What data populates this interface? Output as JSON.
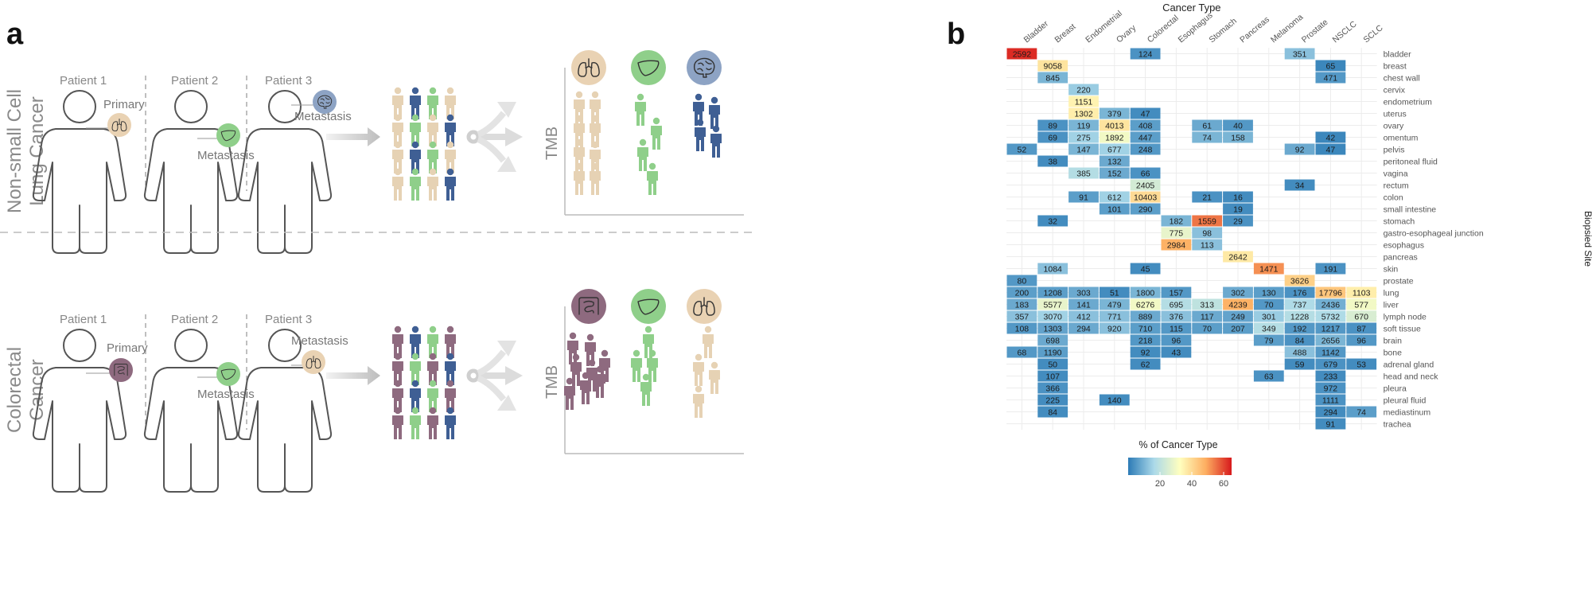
{
  "panel_a": {
    "letter": "a",
    "rows": [
      {
        "cancer_label_line1": "Non-small Cell",
        "cancer_label_line2": "Lung Cancer",
        "patients": [
          {
            "name": "Patient 1",
            "site_label": "Primary",
            "organ": "lung-icon",
            "organ_color": "#e9d2b3"
          },
          {
            "name": "Patient 2",
            "site_label": "Metastasis",
            "organ": "liver-icon",
            "organ_color": "#8fcf8a"
          },
          {
            "name": "Patient 3",
            "site_label": "Metastasis",
            "organ": "brain-icon",
            "organ_color": "#8da3c4"
          }
        ],
        "tmb_label": "TMB",
        "group_organs": [
          {
            "organ": "lung-icon",
            "color": "#e9d2b3"
          },
          {
            "organ": "liver-icon",
            "color": "#8fcf8a"
          },
          {
            "organ": "brain-icon",
            "color": "#8da3c4"
          }
        ]
      },
      {
        "cancer_label_line1": "Colorectal",
        "cancer_label_line2": "Cancer",
        "patients": [
          {
            "name": "Patient 1",
            "site_label": "Primary",
            "organ": "intestine-icon",
            "organ_color": "#8e6a7f"
          },
          {
            "name": "Patient 2",
            "site_label": "Metastasis",
            "organ": "liver-icon",
            "organ_color": "#8fcf8a"
          },
          {
            "name": "Patient 3",
            "site_label": "Metastasis",
            "organ": "lung-icon",
            "organ_color": "#e9d2b3"
          }
        ],
        "tmb_label": "TMB",
        "group_organs": [
          {
            "organ": "intestine-icon",
            "color": "#8e6a7f"
          },
          {
            "organ": "liver-icon",
            "color": "#8fcf8a"
          },
          {
            "organ": "lung-icon",
            "color": "#e9d2b3"
          }
        ]
      }
    ],
    "colors": {
      "tan": "#e6d2b4",
      "green": "#8fcf8a",
      "blue": "#3f5f94",
      "mauve": "#8e6a7f",
      "outline": "#555555",
      "arrow": "#cfcfcf"
    }
  },
  "panel_b": {
    "letter": "b",
    "x_title": "Cancer Type",
    "y_title": "Biopsied Site",
    "legend_title": "% of Cancer Type",
    "legend_ticks": [
      "20",
      "40",
      "60"
    ],
    "cancer_types": [
      "Bladder",
      "Breast",
      "Endometrial",
      "Ovary",
      "Colorectal",
      "Esophagus",
      "Stomach",
      "Pancreas",
      "Melanoma",
      "Prostate",
      "NSCLC",
      "SCLC"
    ],
    "sites": [
      "bladder",
      "breast",
      "chest wall",
      "cervix",
      "endometrium",
      "uterus",
      "ovary",
      "omentum",
      "pelvis",
      "peritoneal fluid",
      "vagina",
      "rectum",
      "colon",
      "small intestine",
      "stomach",
      "gastro-esophageal junction",
      "esophagus",
      "pancreas",
      "skin",
      "prostate",
      "lung",
      "liver",
      "lymph node",
      "soft tissue",
      "brain",
      "bone",
      "adrenal gland",
      "head and neck",
      "pleura",
      "pleural fluid",
      "mediastinum",
      "trachea"
    ]
  },
  "chart_data": {
    "type": "heatmap",
    "xlabel": "Cancer Type",
    "ylabel": "Biopsied Site",
    "colorbar_label": "% of Cancer Type",
    "colorbar_ticks": [
      20,
      40,
      60
    ],
    "colorscale": [
      "#2c7bb6",
      "#abd9e9",
      "#ffffbf",
      "#fdae61",
      "#d7191c"
    ],
    "categories_x": [
      "Bladder",
      "Breast",
      "Endometrial",
      "Ovary",
      "Colorectal",
      "Esophagus",
      "Stomach",
      "Pancreas",
      "Melanoma",
      "Prostate",
      "NSCLC",
      "SCLC"
    ],
    "categories_y": [
      "bladder",
      "breast",
      "chest wall",
      "cervix",
      "endometrium",
      "uterus",
      "ovary",
      "omentum",
      "pelvis",
      "peritoneal fluid",
      "vagina",
      "rectum",
      "colon",
      "small intestine",
      "stomach",
      "gastro-esophageal junction",
      "esophagus",
      "pancreas",
      "skin",
      "prostate",
      "lung",
      "liver",
      "lymph node",
      "soft tissue",
      "brain",
      "bone",
      "adrenal gland",
      "head and neck",
      "pleura",
      "pleural fluid",
      "mediastinum",
      "trachea"
    ],
    "cells": [
      {
        "x": "Bladder",
        "y": "bladder",
        "value": 2592,
        "pct": 63
      },
      {
        "x": "Colorectal",
        "y": "bladder",
        "value": 124,
        "pct": 4
      },
      {
        "x": "Prostate",
        "y": "bladder",
        "value": 351,
        "pct": 12
      },
      {
        "x": "Breast",
        "y": "breast",
        "value": 9058,
        "pct": 38
      },
      {
        "x": "NSCLC",
        "y": "breast",
        "value": 65,
        "pct": 2
      },
      {
        "x": "Breast",
        "y": "chest wall",
        "value": 845,
        "pct": 10
      },
      {
        "x": "NSCLC",
        "y": "chest wall",
        "value": 471,
        "pct": 5
      },
      {
        "x": "Endometrial",
        "y": "cervix",
        "value": 220,
        "pct": 14
      },
      {
        "x": "Endometrial",
        "y": "endometrium",
        "value": 1151,
        "pct": 35
      },
      {
        "x": "Endometrial",
        "y": "uterus",
        "value": 1302,
        "pct": 36
      },
      {
        "x": "Ovary",
        "y": "uterus",
        "value": 379,
        "pct": 10
      },
      {
        "x": "Colorectal",
        "y": "uterus",
        "value": 47,
        "pct": 3
      },
      {
        "x": "Breast",
        "y": "ovary",
        "value": 89,
        "pct": 4
      },
      {
        "x": "Endometrial",
        "y": "ovary",
        "value": 119,
        "pct": 10
      },
      {
        "x": "Ovary",
        "y": "ovary",
        "value": 4013,
        "pct": 38
      },
      {
        "x": "Colorectal",
        "y": "ovary",
        "value": 408,
        "pct": 6
      },
      {
        "x": "Stomach",
        "y": "ovary",
        "value": 61,
        "pct": 8
      },
      {
        "x": "Pancreas",
        "y": "ovary",
        "value": 40,
        "pct": 5
      },
      {
        "x": "Breast",
        "y": "omentum",
        "value": 69,
        "pct": 4
      },
      {
        "x": "Endometrial",
        "y": "omentum",
        "value": 275,
        "pct": 15
      },
      {
        "x": "Ovary",
        "y": "omentum",
        "value": 1892,
        "pct": 30
      },
      {
        "x": "Colorectal",
        "y": "omentum",
        "value": 447,
        "pct": 6
      },
      {
        "x": "Stomach",
        "y": "omentum",
        "value": 74,
        "pct": 10
      },
      {
        "x": "Pancreas",
        "y": "omentum",
        "value": 158,
        "pct": 10
      },
      {
        "x": "NSCLC",
        "y": "omentum",
        "value": 42,
        "pct": 2
      },
      {
        "x": "Bladder",
        "y": "pelvis",
        "value": 52,
        "pct": 5
      },
      {
        "x": "Endometrial",
        "y": "pelvis",
        "value": 147,
        "pct": 10
      },
      {
        "x": "Ovary",
        "y": "pelvis",
        "value": 677,
        "pct": 15
      },
      {
        "x": "Colorectal",
        "y": "pelvis",
        "value": 248,
        "pct": 5
      },
      {
        "x": "Prostate",
        "y": "pelvis",
        "value": 92,
        "pct": 8
      },
      {
        "x": "NSCLC",
        "y": "pelvis",
        "value": 47,
        "pct": 2
      },
      {
        "x": "Breast",
        "y": "peritoneal fluid",
        "value": 38,
        "pct": 3
      },
      {
        "x": "Ovary",
        "y": "peritoneal fluid",
        "value": 132,
        "pct": 8
      },
      {
        "x": "Endometrial",
        "y": "vagina",
        "value": 385,
        "pct": 18
      },
      {
        "x": "Ovary",
        "y": "vagina",
        "value": 152,
        "pct": 8
      },
      {
        "x": "Colorectal",
        "y": "vagina",
        "value": 66,
        "pct": 4
      },
      {
        "x": "Colorectal",
        "y": "rectum",
        "value": 2405,
        "pct": 24
      },
      {
        "x": "Prostate",
        "y": "rectum",
        "value": 34,
        "pct": 3
      },
      {
        "x": "Endometrial",
        "y": "colon",
        "value": 91,
        "pct": 6
      },
      {
        "x": "Ovary",
        "y": "colon",
        "value": 612,
        "pct": 15
      },
      {
        "x": "Colorectal",
        "y": "colon",
        "value": 10403,
        "pct": 40
      },
      {
        "x": "Stomach",
        "y": "colon",
        "value": 21,
        "pct": 4
      },
      {
        "x": "Pancreas",
        "y": "colon",
        "value": 16,
        "pct": 3
      },
      {
        "x": "Ovary",
        "y": "small intestine",
        "value": 101,
        "pct": 6
      },
      {
        "x": "Colorectal",
        "y": "small intestine",
        "value": 290,
        "pct": 6
      },
      {
        "x": "Pancreas",
        "y": "small intestine",
        "value": 19,
        "pct": 3
      },
      {
        "x": "Breast",
        "y": "stomach",
        "value": 32,
        "pct": 3
      },
      {
        "x": "Esophagus",
        "y": "stomach",
        "value": 182,
        "pct": 10
      },
      {
        "x": "Stomach",
        "y": "stomach",
        "value": 1559,
        "pct": 55
      },
      {
        "x": "Pancreas",
        "y": "stomach",
        "value": 29,
        "pct": 4
      },
      {
        "x": "Esophagus",
        "y": "gastro-esophageal junction",
        "value": 775,
        "pct": 28
      },
      {
        "x": "Stomach",
        "y": "gastro-esophageal junction",
        "value": 98,
        "pct": 12
      },
      {
        "x": "Esophagus",
        "y": "esophagus",
        "value": 2984,
        "pct": 48
      },
      {
        "x": "Stomach",
        "y": "esophagus",
        "value": 113,
        "pct": 12
      },
      {
        "x": "Pancreas",
        "y": "pancreas",
        "value": 2642,
        "pct": 37
      },
      {
        "x": "Breast",
        "y": "skin",
        "value": 1084,
        "pct": 12
      },
      {
        "x": "Colorectal",
        "y": "skin",
        "value": 45,
        "pct": 3
      },
      {
        "x": "Melanoma",
        "y": "skin",
        "value": 1471,
        "pct": 52
      },
      {
        "x": "NSCLC",
        "y": "skin",
        "value": 191,
        "pct": 4
      },
      {
        "x": "Bladder",
        "y": "prostate",
        "value": 80,
        "pct": 5
      },
      {
        "x": "Prostate",
        "y": "prostate",
        "value": 3626,
        "pct": 42
      },
      {
        "x": "Bladder",
        "y": "lung",
        "value": 200,
        "pct": 6
      },
      {
        "x": "Breast",
        "y": "lung",
        "value": 1208,
        "pct": 6
      },
      {
        "x": "Endometrial",
        "y": "lung",
        "value": 303,
        "pct": 8
      },
      {
        "x": "Ovary",
        "y": "lung",
        "value": 51,
        "pct": 3
      },
      {
        "x": "Colorectal",
        "y": "lung",
        "value": 1800,
        "pct": 10
      },
      {
        "x": "Esophagus",
        "y": "lung",
        "value": 157,
        "pct": 5
      },
      {
        "x": "Pancreas",
        "y": "lung",
        "value": 302,
        "pct": 8
      },
      {
        "x": "Melanoma",
        "y": "lung",
        "value": 130,
        "pct": 6
      },
      {
        "x": "Prostate",
        "y": "lung",
        "value": 176,
        "pct": 4
      },
      {
        "x": "NSCLC",
        "y": "lung",
        "value": 17796,
        "pct": 44
      },
      {
        "x": "SCLC",
        "y": "lung",
        "value": 1103,
        "pct": 36
      },
      {
        "x": "Bladder",
        "y": "liver",
        "value": 183,
        "pct": 8
      },
      {
        "x": "Breast",
        "y": "liver",
        "value": 5577,
        "pct": 28
      },
      {
        "x": "Endometrial",
        "y": "liver",
        "value": 141,
        "pct": 8
      },
      {
        "x": "Ovary",
        "y": "liver",
        "value": 479,
        "pct": 10
      },
      {
        "x": "Colorectal",
        "y": "liver",
        "value": 6276,
        "pct": 30
      },
      {
        "x": "Esophagus",
        "y": "liver",
        "value": 695,
        "pct": 18
      },
      {
        "x": "Stomach",
        "y": "liver",
        "value": 313,
        "pct": 20
      },
      {
        "x": "Pancreas",
        "y": "liver",
        "value": 4239,
        "pct": 48
      },
      {
        "x": "Melanoma",
        "y": "liver",
        "value": 70,
        "pct": 5
      },
      {
        "x": "Prostate",
        "y": "liver",
        "value": 737,
        "pct": 17
      },
      {
        "x": "NSCLC",
        "y": "liver",
        "value": 2436,
        "pct": 9
      },
      {
        "x": "SCLC",
        "y": "liver",
        "value": 577,
        "pct": 30
      },
      {
        "x": "Bladder",
        "y": "lymph node",
        "value": 357,
        "pct": 12
      },
      {
        "x": "Breast",
        "y": "lymph node",
        "value": 3070,
        "pct": 15
      },
      {
        "x": "Endometrial",
        "y": "lymph node",
        "value": 412,
        "pct": 12
      },
      {
        "x": "Ovary",
        "y": "lymph node",
        "value": 771,
        "pct": 12
      },
      {
        "x": "Colorectal",
        "y": "lymph node",
        "value": 889,
        "pct": 8
      },
      {
        "x": "Esophagus",
        "y": "lymph node",
        "value": 376,
        "pct": 12
      },
      {
        "x": "Stomach",
        "y": "lymph node",
        "value": 117,
        "pct": 8
      },
      {
        "x": "Pancreas",
        "y": "lymph node",
        "value": 249,
        "pct": 7
      },
      {
        "x": "Melanoma",
        "y": "lymph node",
        "value": 301,
        "pct": 14
      },
      {
        "x": "Prostate",
        "y": "lymph node",
        "value": 1228,
        "pct": 18
      },
      {
        "x": "NSCLC",
        "y": "lymph node",
        "value": 5732,
        "pct": 17
      },
      {
        "x": "SCLC",
        "y": "lymph node",
        "value": 670,
        "pct": 25
      },
      {
        "x": "Bladder",
        "y": "soft tissue",
        "value": 108,
        "pct": 5
      },
      {
        "x": "Breast",
        "y": "soft tissue",
        "value": 1303,
        "pct": 7
      },
      {
        "x": "Endometrial",
        "y": "soft tissue",
        "value": 294,
        "pct": 8
      },
      {
        "x": "Ovary",
        "y": "soft tissue",
        "value": 920,
        "pct": 12
      },
      {
        "x": "Colorectal",
        "y": "soft tissue",
        "value": 710,
        "pct": 6
      },
      {
        "x": "Esophagus",
        "y": "soft tissue",
        "value": 115,
        "pct": 5
      },
      {
        "x": "Stomach",
        "y": "soft tissue",
        "value": 70,
        "pct": 6
      },
      {
        "x": "Pancreas",
        "y": "soft tissue",
        "value": 207,
        "pct": 6
      },
      {
        "x": "Melanoma",
        "y": "soft tissue",
        "value": 349,
        "pct": 18
      },
      {
        "x": "Prostate",
        "y": "soft tissue",
        "value": 192,
        "pct": 5
      },
      {
        "x": "NSCLC",
        "y": "soft tissue",
        "value": 1217,
        "pct": 5
      },
      {
        "x": "SCLC",
        "y": "soft tissue",
        "value": 87,
        "pct": 4
      },
      {
        "x": "Breast",
        "y": "brain",
        "value": 698,
        "pct": 8
      },
      {
        "x": "Colorectal",
        "y": "brain",
        "value": 218,
        "pct": 5
      },
      {
        "x": "Esophagus",
        "y": "brain",
        "value": 96,
        "pct": 5
      },
      {
        "x": "Melanoma",
        "y": "brain",
        "value": 79,
        "pct": 6
      },
      {
        "x": "Prostate",
        "y": "brain",
        "value": 84,
        "pct": 4
      },
      {
        "x": "NSCLC",
        "y": "brain",
        "value": 2656,
        "pct": 10
      },
      {
        "x": "SCLC",
        "y": "brain",
        "value": 96,
        "pct": 5
      },
      {
        "x": "Bladder",
        "y": "bone",
        "value": 68,
        "pct": 5
      },
      {
        "x": "Breast",
        "y": "bone",
        "value": 1190,
        "pct": 6
      },
      {
        "x": "Colorectal",
        "y": "bone",
        "value": 92,
        "pct": 3
      },
      {
        "x": "Esophagus",
        "y": "bone",
        "value": 43,
        "pct": 3
      },
      {
        "x": "Prostate",
        "y": "bone",
        "value": 488,
        "pct": 12
      },
      {
        "x": "NSCLC",
        "y": "bone",
        "value": 1142,
        "pct": 5
      },
      {
        "x": "Breast",
        "y": "adrenal gland",
        "value": 50,
        "pct": 3
      },
      {
        "x": "Colorectal",
        "y": "adrenal gland",
        "value": 62,
        "pct": 3
      },
      {
        "x": "Prostate",
        "y": "adrenal gland",
        "value": 59,
        "pct": 3
      },
      {
        "x": "NSCLC",
        "y": "adrenal gland",
        "value": 679,
        "pct": 4
      },
      {
        "x": "SCLC",
        "y": "adrenal gland",
        "value": 53,
        "pct": 3
      },
      {
        "x": "Breast",
        "y": "head and neck",
        "value": 107,
        "pct": 3
      },
      {
        "x": "Melanoma",
        "y": "head and neck",
        "value": 63,
        "pct": 4
      },
      {
        "x": "NSCLC",
        "y": "head and neck",
        "value": 233,
        "pct": 3
      },
      {
        "x": "Breast",
        "y": "pleura",
        "value": 366,
        "pct": 4
      },
      {
        "x": "NSCLC",
        "y": "pleura",
        "value": 972,
        "pct": 4
      },
      {
        "x": "Breast",
        "y": "pleural fluid",
        "value": 225,
        "pct": 3
      },
      {
        "x": "Ovary",
        "y": "pleural fluid",
        "value": 140,
        "pct": 3
      },
      {
        "x": "NSCLC",
        "y": "pleural fluid",
        "value": 1111,
        "pct": 4
      },
      {
        "x": "Breast",
        "y": "mediastinum",
        "value": 84,
        "pct": 3
      },
      {
        "x": "NSCLC",
        "y": "mediastinum",
        "value": 294,
        "pct": 3
      },
      {
        "x": "SCLC",
        "y": "mediastinum",
        "value": 74,
        "pct": 6
      },
      {
        "x": "NSCLC",
        "y": "trachea",
        "value": 91,
        "pct": 3
      }
    ]
  }
}
